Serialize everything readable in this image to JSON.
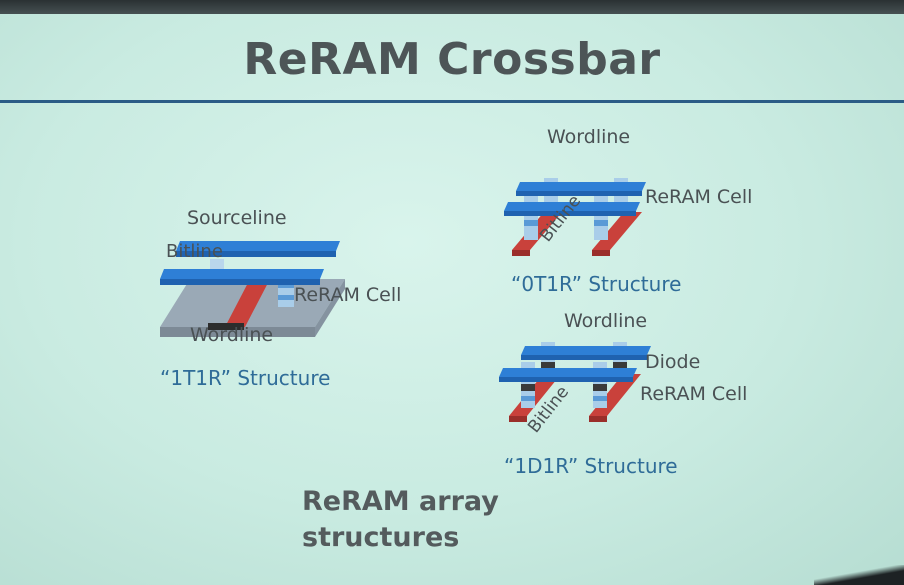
{
  "slide": {
    "title": "ReRAM Crossbar",
    "summary_line1": "ReRAM array",
    "summary_line2": "structures"
  },
  "diagram_1t1r": {
    "sourceline_label": "Sourceline",
    "bitline_label": "Bitline",
    "reram_cell_label": "ReRAM Cell",
    "wordline_label": "Wordline",
    "caption": "“1T1R” Structure"
  },
  "diagram_0t1r": {
    "wordline_label": "Wordline",
    "reram_cell_label": "ReRAM Cell",
    "bitline_label": "Bitline",
    "caption": "“0T1R” Structure"
  },
  "diagram_1d1r": {
    "wordline_label": "Wordline",
    "diode_label": "Diode",
    "reram_cell_label": "ReRAM Cell",
    "bitline_label": "Bitline",
    "caption": "“1D1R” Structure"
  },
  "colors": {
    "wire_blue": "#2e7fd6",
    "bitline_red": "#c9413b",
    "cell_light": "#a9cde9",
    "diode_dark": "#3a3a3a",
    "caption_blue": "#2f6c98"
  }
}
